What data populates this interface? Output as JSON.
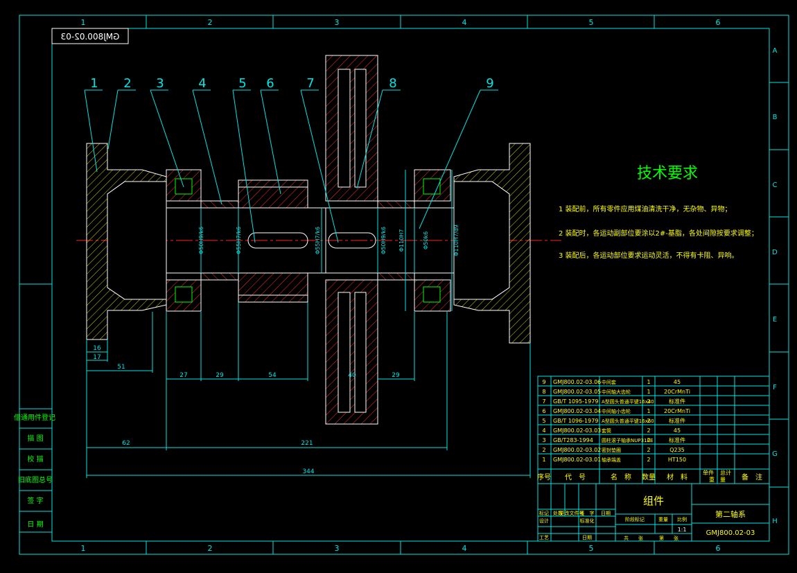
{
  "drawing": {
    "code_mirrored": "GMJ800.02-03",
    "tech_title": "技术要求",
    "tech_notes": [
      "1 装配前，所有零件应用煤油清洗干净，无杂物、异物；",
      "2 装配时，各运动副部位要涂以2#-基脂，各处间隙按要求调整；",
      "3 装配后，各运动部位要求运动灵活，不得有卡阻、异响。"
    ],
    "column_numbers": [
      "1",
      "2",
      "3",
      "4",
      "5",
      "6"
    ],
    "row_letters": [
      "A",
      "B",
      "C",
      "D",
      "E",
      "F",
      "G",
      "H"
    ],
    "balloons": [
      "1",
      "2",
      "3",
      "4",
      "5",
      "6",
      "7",
      "8",
      "9"
    ]
  },
  "dimensions": {
    "d16": "16",
    "d17": "17",
    "d51": "51",
    "d27": "27",
    "d29a": "29",
    "d54": "54",
    "d40": "40",
    "d29b": "29",
    "d62": "62",
    "d221": "221",
    "d344": "344",
    "fits": [
      "Φ50H9/k6",
      "Φ55H7/k6",
      "Φ55H7/k6",
      "Φ50H9/k6",
      "Φ110H7",
      "Φ50k6",
      "Φ110H7/d9"
    ]
  },
  "left_panel": {
    "title": "借通用件登记",
    "rows": [
      "描 图",
      "校 描",
      "旧底图总号",
      "签 字",
      "日 期"
    ]
  },
  "bom": {
    "headers": [
      "序号",
      "代　号",
      "名　称",
      "数量",
      "材　料",
      "单件",
      "总计",
      "重　量",
      "备　注"
    ],
    "rows": [
      {
        "no": "9",
        "code": "GMJ800.02-03.06",
        "name": "中间套",
        "qty": "1",
        "mat": "45"
      },
      {
        "no": "8",
        "code": "GMJ800.02-03.05",
        "name": "中间轴大齿轮",
        "qty": "1",
        "mat": "20CrMnTi"
      },
      {
        "no": "7",
        "code": "GB/T 1095-1979",
        "name": "A型圆头普通平键16x40",
        "qty": "2",
        "mat": "标准件"
      },
      {
        "no": "6",
        "code": "GMJ800.02-03.04",
        "name": "中间轴小齿轮",
        "qty": "1",
        "mat": "20CrMnTi"
      },
      {
        "no": "5",
        "code": "GB/T 1096-1979",
        "name": "A型圆头普通平键16x60",
        "qty": "2",
        "mat": "标准件"
      },
      {
        "no": "4",
        "code": "GMJ800.02-03.03",
        "name": "套筒",
        "qty": "2",
        "mat": "45"
      },
      {
        "no": "3",
        "code": "GB/T283-1994",
        "name": "圆柱滚子轴承NUP310E",
        "qty": "2",
        "mat": "标准件"
      },
      {
        "no": "2",
        "code": "GMJ800.02-03.02",
        "name": "密封垫圈",
        "qty": "2",
        "mat": "Q235"
      },
      {
        "no": "1",
        "code": "GMJ800.02-03.01",
        "name": "轴承端盖",
        "qty": "2",
        "mat": "HT150"
      }
    ]
  },
  "title_block": {
    "kind": "组件",
    "name": "第二轴系",
    "code": "GMJ800.02-03",
    "scale": "1:1",
    "mark": "标记",
    "count": "处数",
    "file": "更改文件号",
    "sign": "签　字",
    "date": "日期",
    "design": "设计",
    "standard": "标准化",
    "craft": "工艺",
    "date2": "日期",
    "stage_mark": "阶段标记",
    "weight": "重量",
    "ratio": "比例",
    "total": "共　　张",
    "sheet": "第　　张"
  }
}
